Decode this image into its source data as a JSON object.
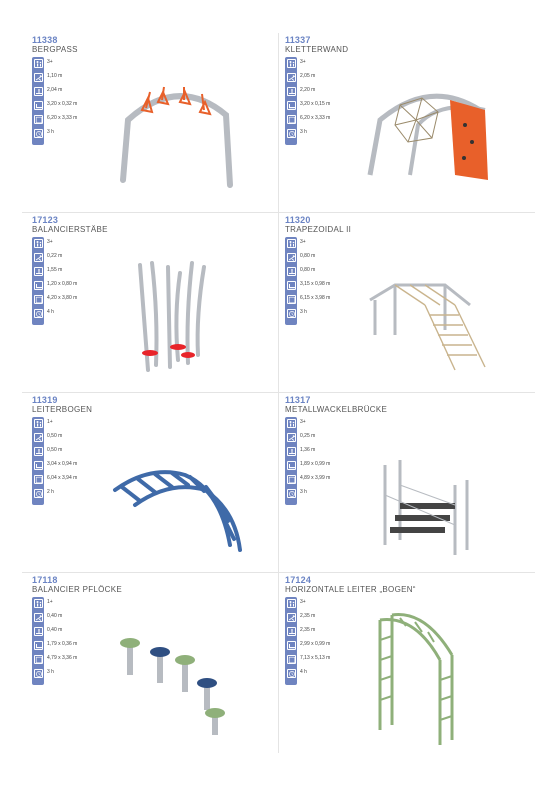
{
  "colors": {
    "accent": "#6f84c0",
    "code": "#6b84c4",
    "frame": "#b7bbc1",
    "orange": "#e8602a",
    "blue": "#3f6aa8",
    "green": "#8fb07a"
  },
  "products": [
    {
      "code": "11338",
      "name": "BERGPASS",
      "specs": [
        "3+",
        "1,10 m",
        "2,04 m",
        "3,20 x 0,32 m",
        "6,20 x 3,33 m",
        "3 h"
      ]
    },
    {
      "code": "11337",
      "name": "KLETTERWAND",
      "specs": [
        "3+",
        "2,05 m",
        "2,20 m",
        "3,20 x 0,15 m",
        "6,20 x 3,33 m",
        "3 h"
      ]
    },
    {
      "code": "17123",
      "name": "BALANCIERSTÄBE",
      "specs": [
        "3+",
        "0,22 m",
        "1,55 m",
        "1,20 x 0,80 m",
        "4,20 x 3,80 m",
        "4 h"
      ]
    },
    {
      "code": "11320",
      "name": "TRAPEZOIDAL II",
      "specs": [
        "3+",
        "0,80 m",
        "0,80 m",
        "3,15 x 0,98 m",
        "6,15 x 3,98 m",
        "3 h"
      ]
    },
    {
      "code": "11319",
      "name": "LEITERBOGEN",
      "specs": [
        "1+",
        "0,50 m",
        "0,50 m",
        "3,04 x 0,94 m",
        "6,04 x 3,94 m",
        "2 h"
      ]
    },
    {
      "code": "11317",
      "name": "METALLWACKELBRÜCKE",
      "specs": [
        "3+",
        "0,25 m",
        "1,36 m",
        "1,89 x 0,99 m",
        "4,89 x 3,99 m",
        "3 h"
      ]
    },
    {
      "code": "17118",
      "name": "BALANCIER PFLÖCKE",
      "specs": [
        "1+",
        "0,40 m",
        "0,40 m",
        "1,79 x 0,36 m",
        "4,79 x 3,36 m",
        "3 h"
      ]
    },
    {
      "code": "17124",
      "name": "HORIZONTALE LEITER „BOGEN“",
      "specs": [
        "3+",
        "2,35 m",
        "2,35 m",
        "2,99 x 0,99 m",
        "7,13 x 5,13 m",
        "4 h"
      ]
    }
  ],
  "spec_icons": [
    "age-icon",
    "fall-height-icon",
    "height-icon",
    "dimensions-icon",
    "safety-area-icon",
    "install-time-icon"
  ]
}
